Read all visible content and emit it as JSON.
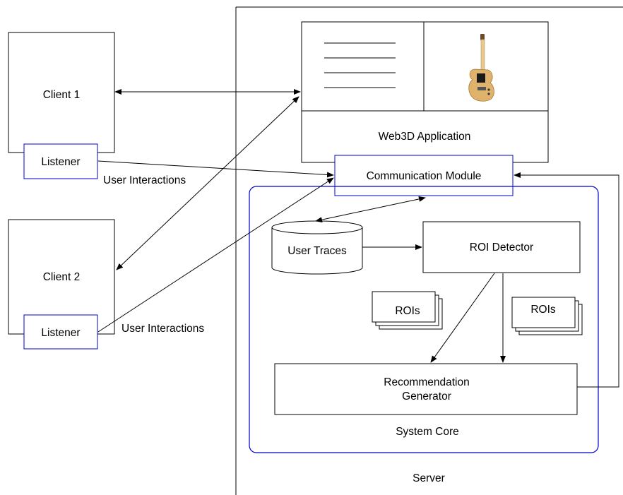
{
  "clients": [
    {
      "label": "Client 1",
      "listener": "Listener"
    },
    {
      "label": "Client 2",
      "listener": "Listener"
    }
  ],
  "interaction_labels": [
    "User Interactions",
    "User Interactions"
  ],
  "web_app": {
    "label": "Web3D Application",
    "image_icon": "electric-guitar-icon",
    "text_icon": "text-lines-icon"
  },
  "communication_module": "Communication Module",
  "core": {
    "label": "System Core",
    "user_traces": "User Traces",
    "roi_detector": "ROI Detector",
    "rois_left": "ROIs",
    "rois_right": "ROIs",
    "recommendation_generator": [
      "Recommendation",
      "Generator"
    ]
  },
  "server_label": "Server",
  "colors": {
    "accent_border": "#0000cc",
    "line": "#000000"
  }
}
